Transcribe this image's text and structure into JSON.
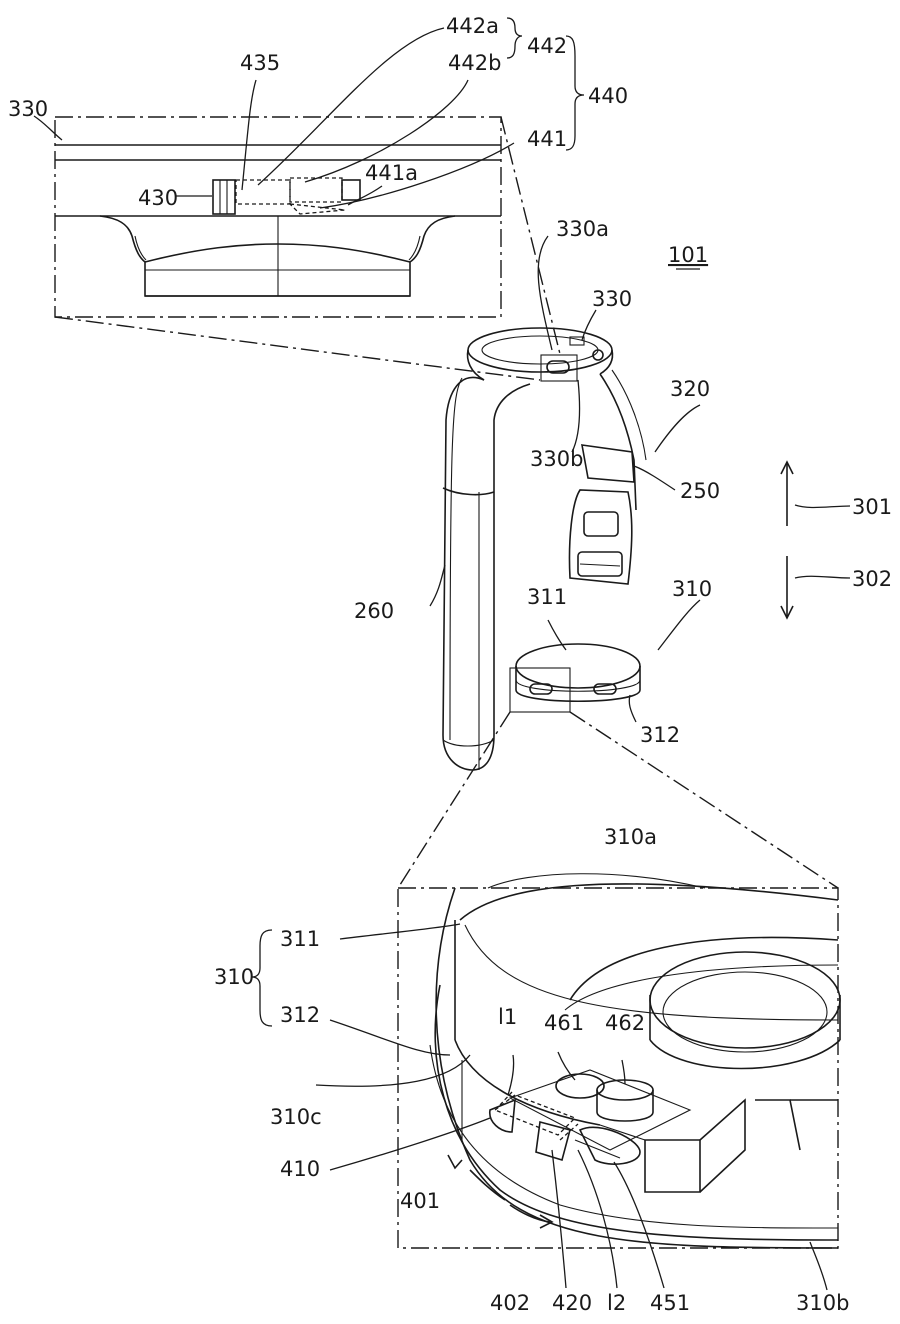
{
  "figure_id": "101",
  "labels": {
    "l330_top": "330",
    "l435": "435",
    "l442a": "442a",
    "l442b": "442b",
    "l442": "442",
    "l440": "440",
    "l441": "441",
    "l441a": "441a",
    "l430": "430",
    "l330a": "330a",
    "l330": "330",
    "l320": "320",
    "l330b": "330b",
    "l250": "250",
    "l301": "301",
    "l302": "302",
    "l260": "260",
    "l311": "311",
    "l310": "310",
    "l312": "312",
    "l310a": "310a",
    "l311b": "311",
    "l310b_group": "310",
    "l312b": "312",
    "l_l1": "l1",
    "l461": "461",
    "l462": "462",
    "l310c": "310c",
    "l410": "410",
    "l401": "401",
    "l402": "402",
    "l420": "420",
    "l_l2": "l2",
    "l451": "451",
    "l310b": "310b"
  }
}
